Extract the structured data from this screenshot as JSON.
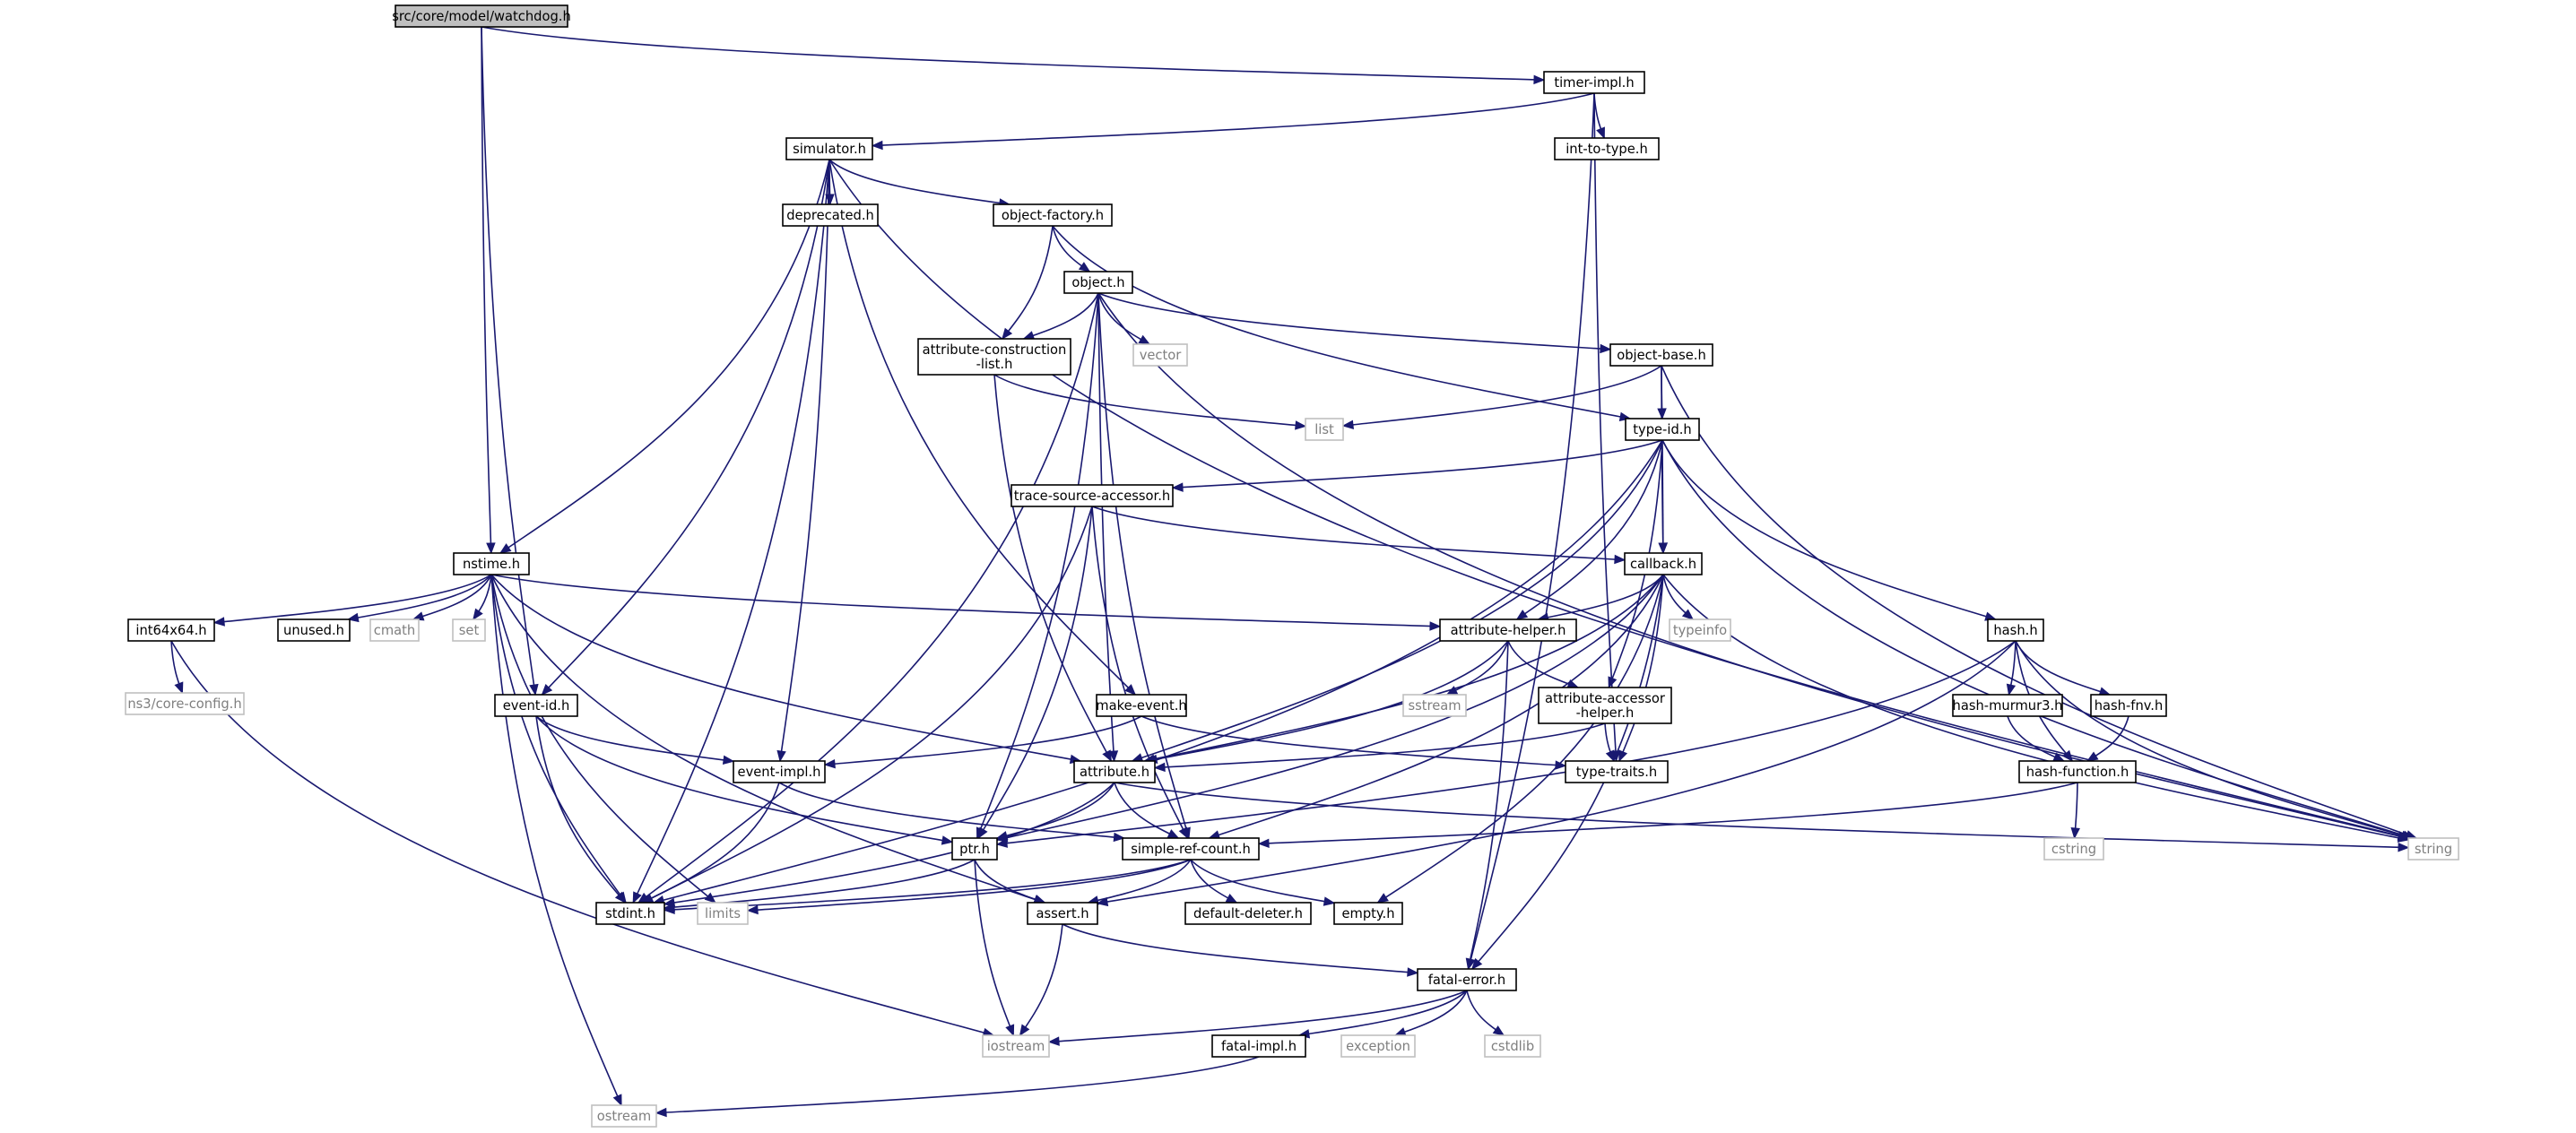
{
  "graph": {
    "colors": {
      "edge": "#191970",
      "node_fill": "#ffffff",
      "root_fill": "#bfbfbf",
      "node_border": "#000000",
      "ext_border": "#bfbfbf",
      "ext_text": "#7f7f7f"
    },
    "nodes": [
      {
        "id": "watchdog",
        "label": "src/core/model/watchdog.h",
        "kind": "root"
      },
      {
        "id": "timer_impl",
        "label": "timer-impl.h",
        "kind": "file"
      },
      {
        "id": "int_to_type",
        "label": "int-to-type.h",
        "kind": "file"
      },
      {
        "id": "simulator",
        "label": "simulator.h",
        "kind": "file"
      },
      {
        "id": "deprecated",
        "label": "deprecated.h",
        "kind": "file"
      },
      {
        "id": "object_factory",
        "label": "object-factory.h",
        "kind": "file"
      },
      {
        "id": "object",
        "label": "object.h",
        "kind": "file"
      },
      {
        "id": "vector",
        "label": "vector",
        "kind": "ext"
      },
      {
        "id": "attr_construct",
        "label": "attribute-construction\n-list.h",
        "kind": "file"
      },
      {
        "id": "object_base",
        "label": "object-base.h",
        "kind": "file"
      },
      {
        "id": "list",
        "label": "list",
        "kind": "ext"
      },
      {
        "id": "type_id",
        "label": "type-id.h",
        "kind": "file"
      },
      {
        "id": "trace_source",
        "label": "trace-source-accessor.h",
        "kind": "file"
      },
      {
        "id": "nstime",
        "label": "nstime.h",
        "kind": "file"
      },
      {
        "id": "callback",
        "label": "callback.h",
        "kind": "file"
      },
      {
        "id": "int64x64",
        "label": "int64x64.h",
        "kind": "file"
      },
      {
        "id": "unused",
        "label": "unused.h",
        "kind": "file"
      },
      {
        "id": "cmath",
        "label": "cmath",
        "kind": "ext"
      },
      {
        "id": "set",
        "label": "set",
        "kind": "ext"
      },
      {
        "id": "attr_helper",
        "label": "attribute-helper.h",
        "kind": "file"
      },
      {
        "id": "typeinfo",
        "label": "typeinfo",
        "kind": "ext"
      },
      {
        "id": "hash",
        "label": "hash.h",
        "kind": "file"
      },
      {
        "id": "ns3_config",
        "label": "ns3/core-config.h",
        "kind": "ext"
      },
      {
        "id": "sstream",
        "label": "sstream",
        "kind": "ext"
      },
      {
        "id": "attr_accessor",
        "label": "attribute-accessor\n-helper.h",
        "kind": "file"
      },
      {
        "id": "hash_murmur3",
        "label": "hash-murmur3.h",
        "kind": "file"
      },
      {
        "id": "hash_fnv",
        "label": "hash-fnv.h",
        "kind": "file"
      },
      {
        "id": "event_id",
        "label": "event-id.h",
        "kind": "file"
      },
      {
        "id": "make_event",
        "label": "make-event.h",
        "kind": "file"
      },
      {
        "id": "event_impl",
        "label": "event-impl.h",
        "kind": "file"
      },
      {
        "id": "attribute",
        "label": "attribute.h",
        "kind": "file"
      },
      {
        "id": "type_traits",
        "label": "type-traits.h",
        "kind": "file"
      },
      {
        "id": "hash_function",
        "label": "hash-function.h",
        "kind": "file"
      },
      {
        "id": "string",
        "label": "string",
        "kind": "ext"
      },
      {
        "id": "cstring",
        "label": "cstring",
        "kind": "ext"
      },
      {
        "id": "ptr",
        "label": "ptr.h",
        "kind": "file"
      },
      {
        "id": "simple_ref",
        "label": "simple-ref-count.h",
        "kind": "file"
      },
      {
        "id": "stdint",
        "label": "stdint.h",
        "kind": "file"
      },
      {
        "id": "limits",
        "label": "limits",
        "kind": "ext"
      },
      {
        "id": "assert",
        "label": "assert.h",
        "kind": "file"
      },
      {
        "id": "default_deleter",
        "label": "default-deleter.h",
        "kind": "file"
      },
      {
        "id": "empty",
        "label": "empty.h",
        "kind": "file"
      },
      {
        "id": "fatal_error",
        "label": "fatal-error.h",
        "kind": "file"
      },
      {
        "id": "iostream",
        "label": "iostream",
        "kind": "ext"
      },
      {
        "id": "exception",
        "label": "exception",
        "kind": "ext"
      },
      {
        "id": "cstdlib",
        "label": "cstdlib",
        "kind": "ext"
      },
      {
        "id": "fatal_impl",
        "label": "fatal-impl.h",
        "kind": "file"
      },
      {
        "id": "ostream",
        "label": "ostream",
        "kind": "ext"
      }
    ],
    "edges": [
      [
        "watchdog",
        "timer_impl"
      ],
      [
        "watchdog",
        "nstime"
      ],
      [
        "watchdog",
        "event_id"
      ],
      [
        "timer_impl",
        "int_to_type"
      ],
      [
        "timer_impl",
        "simulator"
      ],
      [
        "timer_impl",
        "type_traits"
      ],
      [
        "timer_impl",
        "fatal_error"
      ],
      [
        "simulator",
        "deprecated"
      ],
      [
        "simulator",
        "object_factory"
      ],
      [
        "simulator",
        "event_id"
      ],
      [
        "simulator",
        "event_impl"
      ],
      [
        "simulator",
        "make_event"
      ],
      [
        "simulator",
        "nstime"
      ],
      [
        "simulator",
        "stdint"
      ],
      [
        "simulator",
        "string"
      ],
      [
        "object_factory",
        "object"
      ],
      [
        "object_factory",
        "attr_construct"
      ],
      [
        "object_factory",
        "type_id"
      ],
      [
        "object",
        "vector"
      ],
      [
        "object",
        "attr_construct"
      ],
      [
        "object",
        "object_base"
      ],
      [
        "object",
        "ptr"
      ],
      [
        "object",
        "attribute"
      ],
      [
        "object",
        "simple_ref"
      ],
      [
        "object",
        "stdint"
      ],
      [
        "object",
        "string"
      ],
      [
        "attr_construct",
        "list"
      ],
      [
        "attr_construct",
        "attribute"
      ],
      [
        "object_base",
        "list"
      ],
      [
        "object_base",
        "type_id"
      ],
      [
        "object_base",
        "callback"
      ],
      [
        "object_base",
        "string"
      ],
      [
        "type_id",
        "trace_source"
      ],
      [
        "type_id",
        "callback"
      ],
      [
        "type_id",
        "attr_helper"
      ],
      [
        "type_id",
        "attr_accessor"
      ],
      [
        "type_id",
        "hash"
      ],
      [
        "type_id",
        "attribute"
      ],
      [
        "type_id",
        "stdint"
      ],
      [
        "type_id",
        "string"
      ],
      [
        "trace_source",
        "callback"
      ],
      [
        "trace_source",
        "ptr"
      ],
      [
        "trace_source",
        "simple_ref"
      ],
      [
        "trace_source",
        "stdint"
      ],
      [
        "nstime",
        "int64x64"
      ],
      [
        "nstime",
        "unused"
      ],
      [
        "nstime",
        "cmath"
      ],
      [
        "nstime",
        "set"
      ],
      [
        "nstime",
        "attr_helper"
      ],
      [
        "nstime",
        "attribute"
      ],
      [
        "nstime",
        "assert"
      ],
      [
        "nstime",
        "stdint"
      ],
      [
        "nstime",
        "limits"
      ],
      [
        "nstime",
        "ostream"
      ],
      [
        "int64x64",
        "ns3_config"
      ],
      [
        "int64x64",
        "iostream"
      ],
      [
        "callback",
        "typeinfo"
      ],
      [
        "callback",
        "attr_helper"
      ],
      [
        "callback",
        "type_traits"
      ],
      [
        "callback",
        "attribute"
      ],
      [
        "callback",
        "ptr"
      ],
      [
        "callback",
        "simple_ref"
      ],
      [
        "callback",
        "empty"
      ],
      [
        "callback",
        "fatal_error"
      ],
      [
        "callback",
        "string"
      ],
      [
        "attr_helper",
        "sstream"
      ],
      [
        "attr_helper",
        "attr_accessor"
      ],
      [
        "attr_helper",
        "attribute"
      ],
      [
        "attr_helper",
        "fatal_error"
      ],
      [
        "attr_accessor",
        "type_traits"
      ],
      [
        "attr_accessor",
        "attribute"
      ],
      [
        "hash",
        "hash_murmur3"
      ],
      [
        "hash",
        "hash_fnv"
      ],
      [
        "hash",
        "hash_function"
      ],
      [
        "hash",
        "ptr"
      ],
      [
        "hash",
        "assert"
      ],
      [
        "hash",
        "string"
      ],
      [
        "hash_murmur3",
        "hash_function"
      ],
      [
        "hash_fnv",
        "hash_function"
      ],
      [
        "hash_function",
        "cstring"
      ],
      [
        "hash_function",
        "simple_ref"
      ],
      [
        "event_id",
        "event_impl"
      ],
      [
        "event_id",
        "ptr"
      ],
      [
        "event_id",
        "stdint"
      ],
      [
        "make_event",
        "event_impl"
      ],
      [
        "make_event",
        "type_traits"
      ],
      [
        "event_impl",
        "simple_ref"
      ],
      [
        "event_impl",
        "stdint"
      ],
      [
        "attribute",
        "ptr"
      ],
      [
        "attribute",
        "simple_ref"
      ],
      [
        "attribute",
        "string"
      ],
      [
        "attribute",
        "stdint"
      ],
      [
        "ptr",
        "assert"
      ],
      [
        "ptr",
        "iostream"
      ],
      [
        "ptr",
        "stdint"
      ],
      [
        "simple_ref",
        "empty"
      ],
      [
        "simple_ref",
        "default_deleter"
      ],
      [
        "simple_ref",
        "assert"
      ],
      [
        "simple_ref",
        "stdint"
      ],
      [
        "simple_ref",
        "limits"
      ],
      [
        "assert",
        "fatal_error"
      ],
      [
        "assert",
        "iostream"
      ],
      [
        "fatal_error",
        "iostream"
      ],
      [
        "fatal_error",
        "exception"
      ],
      [
        "fatal_error",
        "cstdlib"
      ],
      [
        "fatal_error",
        "fatal_impl"
      ],
      [
        "fatal_impl",
        "ostream"
      ]
    ]
  }
}
